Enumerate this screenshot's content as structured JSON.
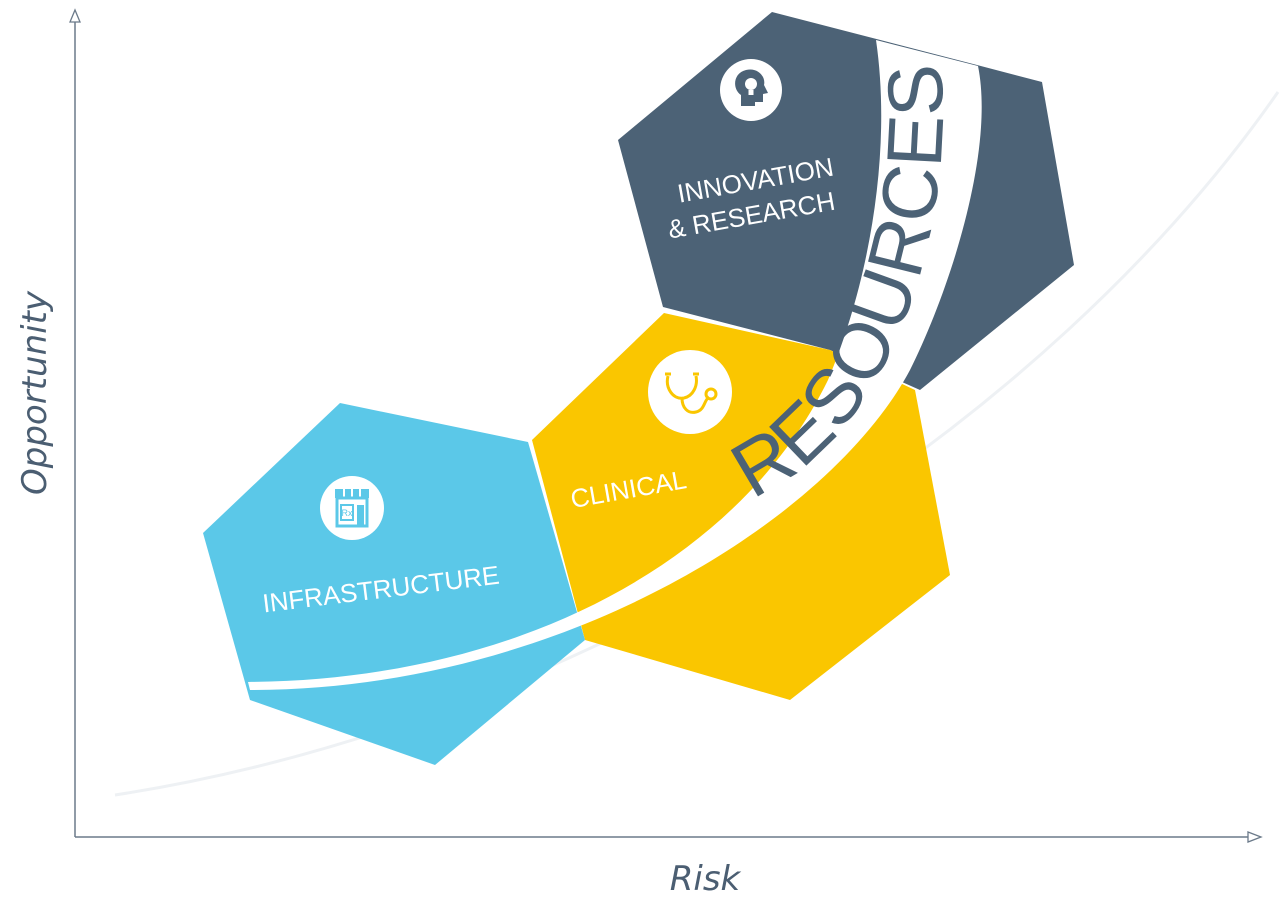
{
  "axes": {
    "x_label": "Risk",
    "y_label": "Opportunity"
  },
  "hexagons": [
    {
      "id": "infrastructure",
      "label": "INFRASTRUCTURE",
      "color": "#5bc8e8",
      "icon": "pharmacy-store-icon"
    },
    {
      "id": "clinical",
      "label": "CLINICAL",
      "color": "#fac600",
      "icon": "stethoscope-icon"
    },
    {
      "id": "innovation",
      "label_line1": "INNOVATION",
      "label_line2": "& RESEARCH",
      "color": "#4c6276",
      "icon": "head-lightbulb-icon"
    }
  ],
  "band": {
    "label": "RESOURCES"
  },
  "colors": {
    "axis": "#6b7a8a",
    "axis_text": "#4b5e72",
    "resources_text": "#4c6276",
    "label_text": "#ffffff"
  }
}
